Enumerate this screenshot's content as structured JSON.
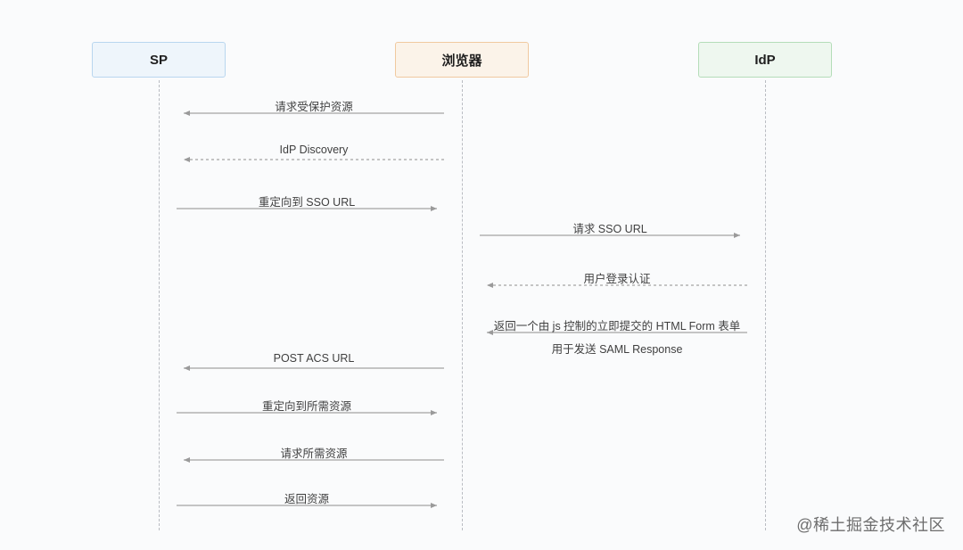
{
  "actors": [
    {
      "label": "SP",
      "bg": "#eef5fb",
      "border": "#b9d6ef"
    },
    {
      "label": "浏览器",
      "bg": "#fbf3e9",
      "border": "#f0c9a0"
    },
    {
      "label": "IdP",
      "bg": "#eef7ef",
      "border": "#b4ddb9"
    }
  ],
  "messages": [
    {
      "label": "请求受保护资源",
      "from": 1,
      "to": 0,
      "style": "solid"
    },
    {
      "label": "IdP Discovery",
      "from": 1,
      "to": 0,
      "style": "dashed"
    },
    {
      "label": "重定向到 SSO URL",
      "from": 0,
      "to": 1,
      "style": "solid"
    },
    {
      "label": "请求 SSO URL",
      "from": 1,
      "to": 2,
      "style": "solid"
    },
    {
      "label": "用户登录认证",
      "from": 2,
      "to": 1,
      "style": "dashed"
    },
    {
      "label": "返回一个由 js 控制的立即提交的 HTML Form 表单",
      "from": 2,
      "to": 1,
      "style": "solid",
      "sublabel": "用于发送 SAML Response"
    },
    {
      "label": "POST ACS URL",
      "from": 1,
      "to": 0,
      "style": "solid"
    },
    {
      "label": "重定向到所需资源",
      "from": 0,
      "to": 1,
      "style": "solid"
    },
    {
      "label": "请求所需资源",
      "from": 1,
      "to": 0,
      "style": "solid"
    },
    {
      "label": "返回资源",
      "from": 0,
      "to": 1,
      "style": "solid"
    }
  ],
  "watermark": "@稀土掘金技术社区"
}
